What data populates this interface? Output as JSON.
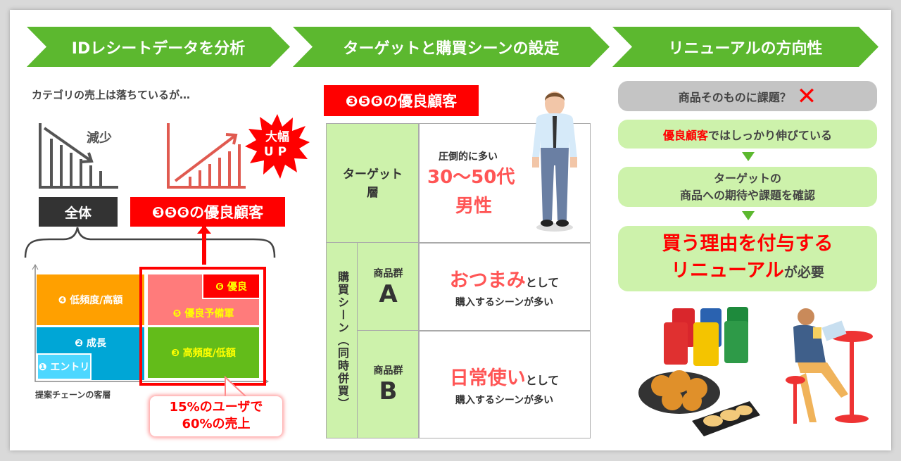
{
  "header": {
    "steps": [
      "IDレシートデータを分析",
      "ターゲットと購買シーンの設定",
      "リニューアルの方向性"
    ],
    "accent": "#5cb82f"
  },
  "left": {
    "subtitle": "カテゴリの売上は落ちているが…",
    "decrease_label": "減少",
    "burst": [
      "大幅",
      "UP"
    ],
    "overall_label": "全体",
    "premium_label": "❸❺❻の優良顧客",
    "segments": {
      "s4": "❹ 低頻度/高額",
      "s2": "❷ 成長",
      "s1": "❶ エントリ",
      "s5": "❺ 優良予備軍",
      "s6": "❻ 優良",
      "s3": "❸ 高頻度/低額"
    },
    "axis_label": "提案チェーンの客層",
    "callout": [
      "15%のユーザで",
      "60%の売上"
    ]
  },
  "middle": {
    "badge": "❸❺❻の優良顧客",
    "target_header": "ターゲット層",
    "target_pre": "圧倒的に多い",
    "target_main": [
      "30〜50代",
      "男性"
    ],
    "scene_header": "購買シーン（同時併買）",
    "groups": [
      {
        "label": "商品群",
        "letter": "A",
        "highlight": "おつまみ",
        "suffix": "として",
        "line2": "購入するシーンが多い"
      },
      {
        "label": "商品群",
        "letter": "B",
        "highlight": "日常使い",
        "suffix": "として",
        "line2": "購入するシーンが多い"
      }
    ]
  },
  "right": {
    "q": "商品そのものに課題？",
    "step1_red": "優良顧客",
    "step1_rest": "ではしっかり伸びている",
    "step2": [
      "ターゲットの",
      "商品への期待や課題を確認"
    ],
    "step3_line1": "買う理由を付与する",
    "step3_red2": "リニューアル",
    "step3_rest": "が必要"
  }
}
